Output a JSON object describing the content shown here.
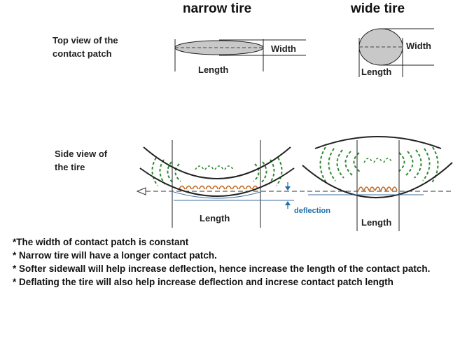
{
  "headings": {
    "narrow": "narrow tire",
    "wide": "wide tire"
  },
  "labels": {
    "top_view": [
      "Top view of the",
      "contact patch"
    ],
    "side_view": [
      "Side view of",
      "the tire"
    ]
  },
  "dims": {
    "width": "Width",
    "length": "Length",
    "deflection": "deflection"
  },
  "notes": [
    "*The width of contact patch is constant",
    "* Narrow tire will have a longer contact patch.",
    "* Softer sidewall will help increase deflection, hence increase the length of the contact patch.",
    "* Deflating the tire will also help increase deflection and increse contact patch length"
  ],
  "colors": {
    "tire_line": "#222222",
    "patch_fill": "#c8c8c8",
    "sidewall_green": "#2e8b2e",
    "compression_orange": "#c86414",
    "deflection_blue": "#1f6fa8",
    "ground_blue": "#3c6ea0"
  }
}
